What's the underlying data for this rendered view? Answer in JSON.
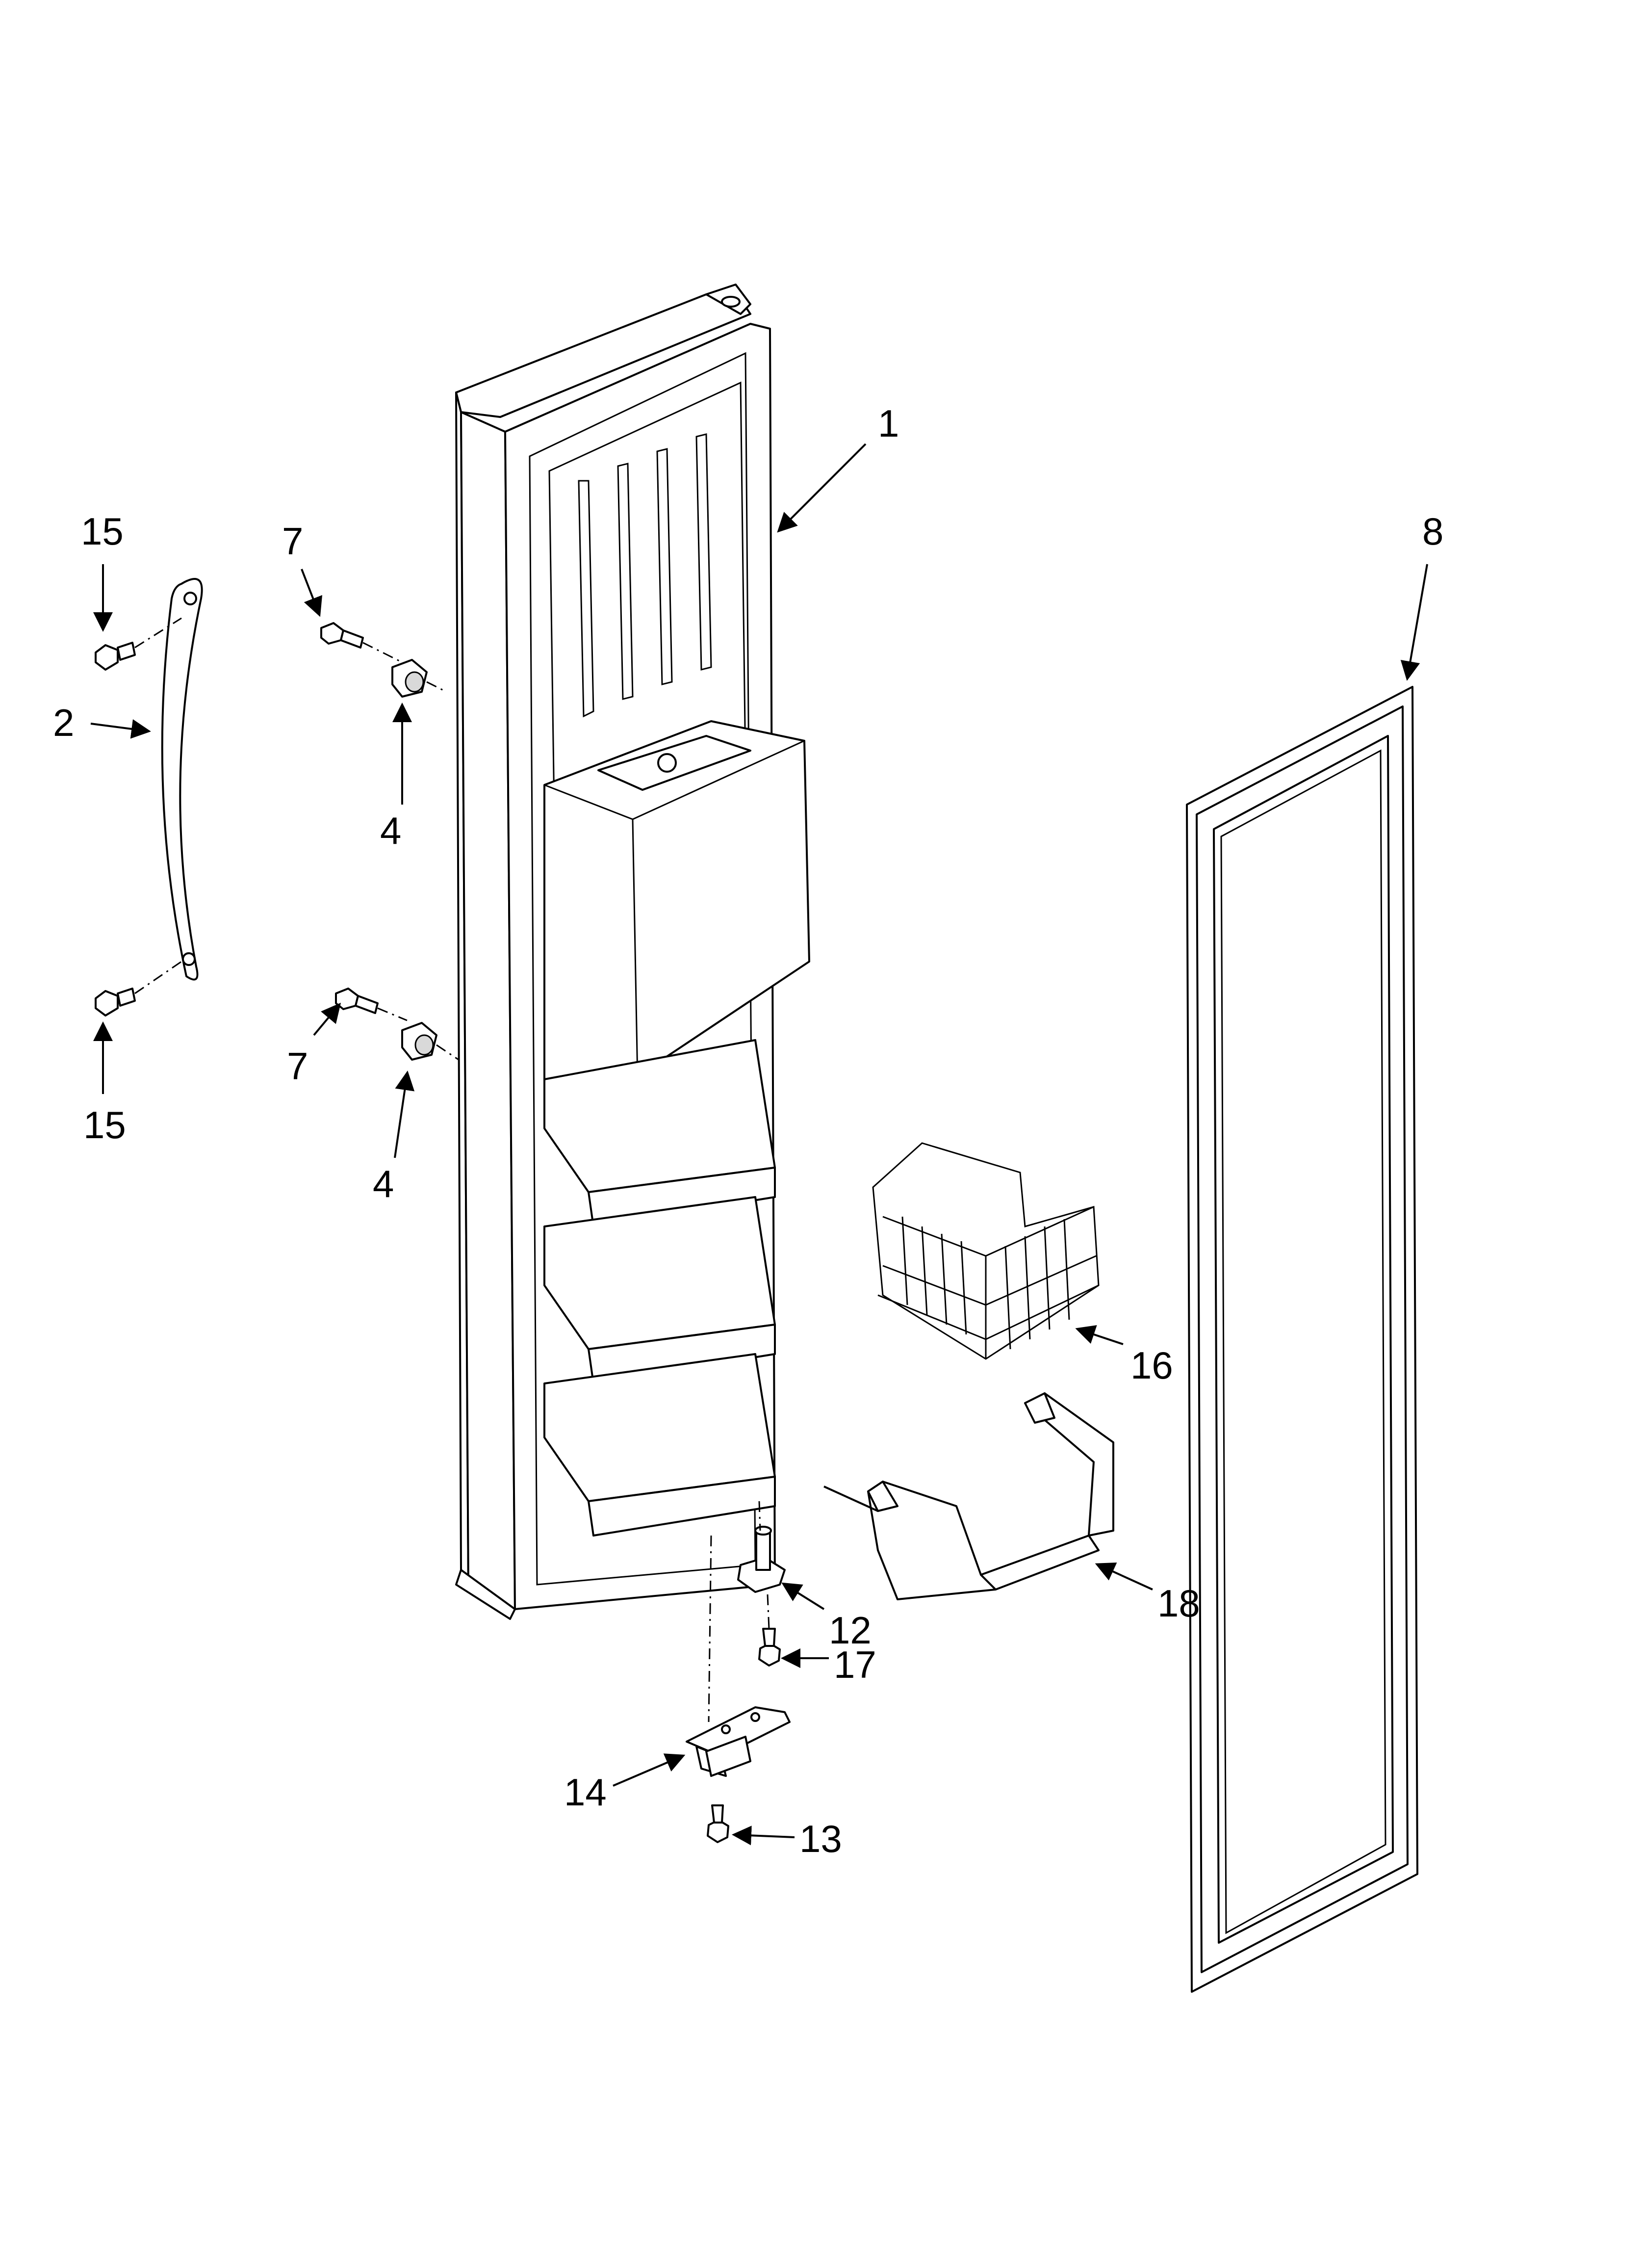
{
  "diagram": {
    "callouts": [
      {
        "id": "c1",
        "label": "1"
      },
      {
        "id": "c2",
        "label": "2"
      },
      {
        "id": "c4a",
        "label": "4"
      },
      {
        "id": "c4b",
        "label": "4"
      },
      {
        "id": "c7a",
        "label": "7"
      },
      {
        "id": "c7b",
        "label": "7"
      },
      {
        "id": "c8",
        "label": "8"
      },
      {
        "id": "c12",
        "label": "12"
      },
      {
        "id": "c13",
        "label": "13"
      },
      {
        "id": "c14",
        "label": "14"
      },
      {
        "id": "c15a",
        "label": "15"
      },
      {
        "id": "c15b",
        "label": "15"
      },
      {
        "id": "c16",
        "label": "16"
      },
      {
        "id": "c17",
        "label": "17"
      },
      {
        "id": "c18",
        "label": "18"
      }
    ]
  },
  "colors": {
    "line": "#000000",
    "background": "#ffffff",
    "shade": "#d9d9d9"
  }
}
